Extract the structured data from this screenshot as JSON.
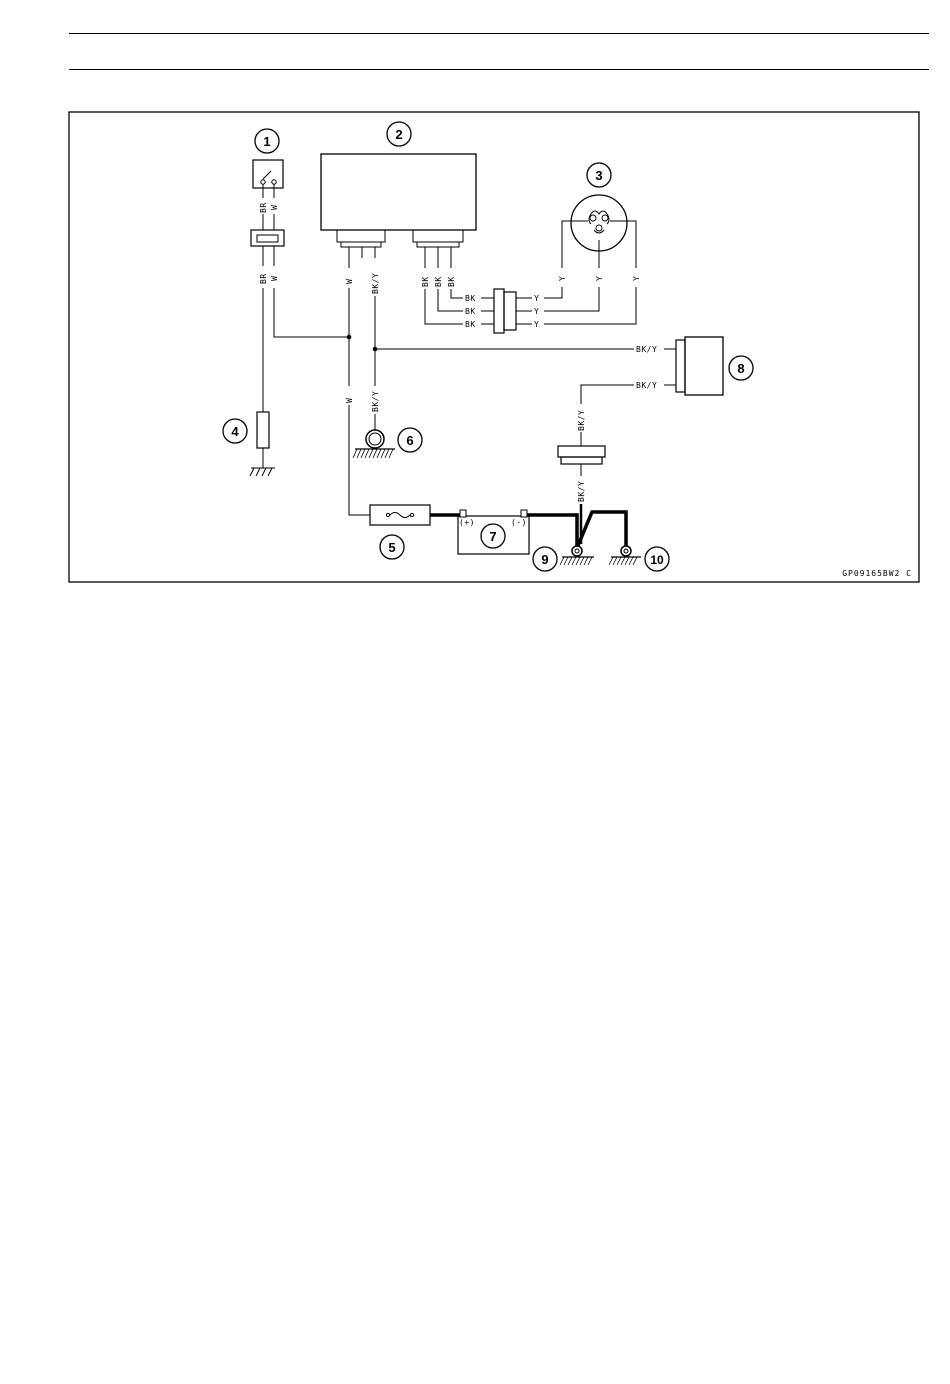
{
  "figure_code": "GP09165BW2 C",
  "callouts": [
    "1",
    "2",
    "3",
    "4",
    "5",
    "6",
    "7",
    "8",
    "9",
    "10"
  ],
  "wire_colors": {
    "br": "BR",
    "w": "W",
    "bk": "BK",
    "bky": "BK/Y",
    "y": "Y"
  },
  "battery_terminals": {
    "positive": "(+)",
    "negative": "(-)"
  },
  "colors": {
    "line": "#000000",
    "background": "#ffffff"
  }
}
